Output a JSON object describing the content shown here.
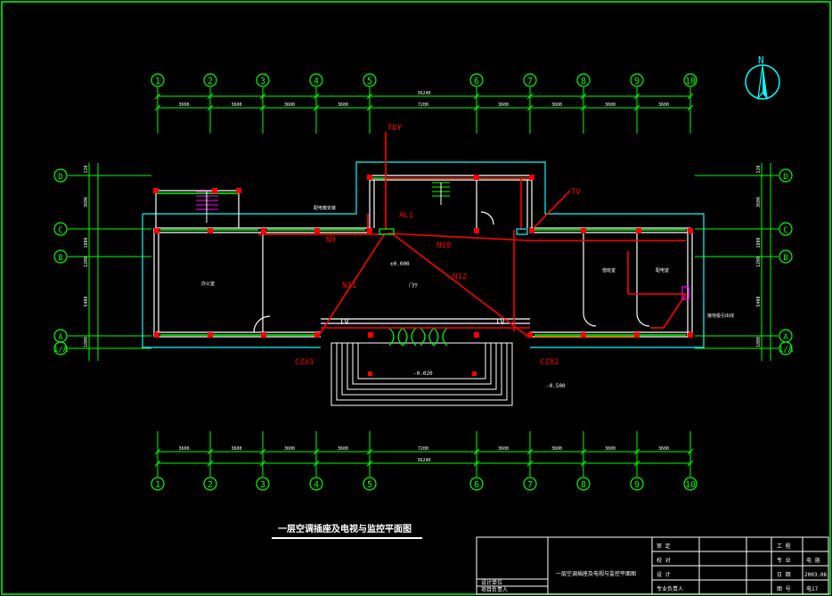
{
  "colors": {
    "background": "#000000",
    "frame": "#00ff00",
    "wall": "#ffffff",
    "dimension": "#00ff00",
    "grid_bubble": "#00ff00",
    "cable": "#ff0000",
    "device": "#ff0000",
    "outline": "#00ffff",
    "text_label": "#ffffff",
    "magenta": "#ff00ff",
    "yellow": "#ffff00"
  },
  "grid": {
    "columns": [
      "1",
      "2",
      "3",
      "4",
      "5",
      "6",
      "7",
      "8",
      "9",
      "10"
    ],
    "rows": [
      "D",
      "C",
      "B",
      "A",
      "1A"
    ]
  },
  "dimensions": {
    "top_total": "36240",
    "top_spans": [
      "3600",
      "3600",
      "3600",
      "3600",
      "7200",
      "3600",
      "3600",
      "3600",
      "3600"
    ],
    "bottom_total": "36240",
    "bottom_spans": [
      "3600",
      "3600",
      "3600",
      "3600",
      "7200",
      "3600",
      "3600",
      "3600",
      "3600"
    ],
    "left_spans": [
      "120",
      "3600",
      "1800",
      "1200",
      "5400",
      "1800",
      "1200"
    ],
    "right_spans": [
      "120",
      "3600",
      "1800",
      "1200",
      "5400",
      "1800",
      "1200"
    ]
  },
  "compass": {
    "label": "N"
  },
  "labels": {
    "tdy": "TDY",
    "tv_top": "TV",
    "al1": "AL1",
    "n9": "N9",
    "n10": "N10",
    "n11": "N11",
    "n12": "N12",
    "tv_left": "TV",
    "tv_right": "TV",
    "czx1": "CZX1",
    "czx2": "CZX2",
    "level_floor": "±0.000",
    "level_entry": "-0.020",
    "level_outside": "-0.500",
    "room_left": "办公室",
    "room_center": "门厅",
    "room_right_1": "值班室",
    "room_right_2": "配电室",
    "note_panel": "配电箱安装",
    "note_right": "接地极引出线"
  },
  "title": {
    "drawing_title": "一层空调插座及电视与监控平面图"
  },
  "title_block": {
    "col1": [
      "设计单位",
      "项目负责人"
    ],
    "drawing_name": "一层空调插座及电视与监控平面图",
    "col3": [
      "审 定",
      "校 对",
      "设 计",
      "专业负责人"
    ],
    "col4": [
      "",
      "",
      "",
      ""
    ],
    "col5": [
      "工 程",
      "专 业",
      "日 期",
      "图 号"
    ],
    "col6": [
      "",
      "电 施",
      "2003.06",
      "电17"
    ]
  }
}
